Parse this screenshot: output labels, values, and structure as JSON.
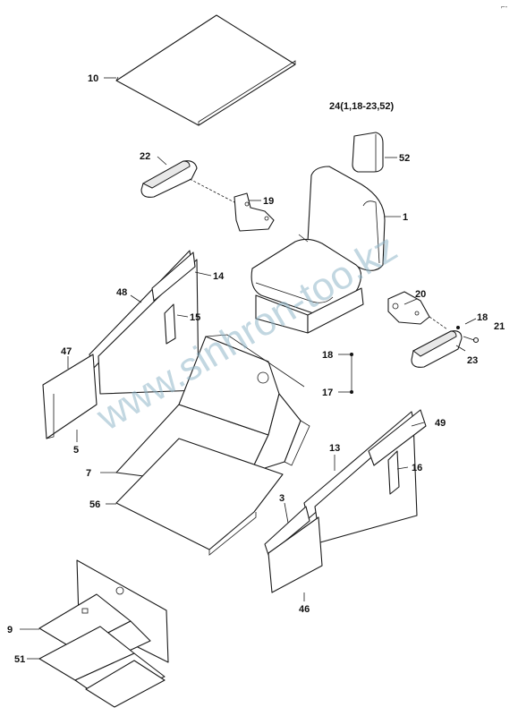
{
  "header": {
    "assembly_label": "24(1,18-23,52)",
    "corner_mark": "⌐-"
  },
  "watermark": {
    "text": "www.sinhron-too.kz",
    "color": "#8fb6c9"
  },
  "callouts": [
    {
      "id": "10",
      "text": "10"
    },
    {
      "id": "22",
      "text": "22"
    },
    {
      "id": "19",
      "text": "19"
    },
    {
      "id": "52",
      "text": "52"
    },
    {
      "id": "1",
      "text": "1"
    },
    {
      "id": "14",
      "text": "14"
    },
    {
      "id": "48",
      "text": "48"
    },
    {
      "id": "15",
      "text": "15"
    },
    {
      "id": "20",
      "text": "20"
    },
    {
      "id": "18a",
      "text": "18"
    },
    {
      "id": "21",
      "text": "21"
    },
    {
      "id": "47",
      "text": "47"
    },
    {
      "id": "18b",
      "text": "18"
    },
    {
      "id": "23",
      "text": "23"
    },
    {
      "id": "17",
      "text": "17"
    },
    {
      "id": "49",
      "text": "49"
    },
    {
      "id": "5",
      "text": "5"
    },
    {
      "id": "13",
      "text": "13"
    },
    {
      "id": "7",
      "text": "7"
    },
    {
      "id": "16",
      "text": "16"
    },
    {
      "id": "56",
      "text": "56"
    },
    {
      "id": "3",
      "text": "3"
    },
    {
      "id": "46",
      "text": "46"
    },
    {
      "id": "9",
      "text": "9"
    },
    {
      "id": "51",
      "text": "51"
    }
  ]
}
